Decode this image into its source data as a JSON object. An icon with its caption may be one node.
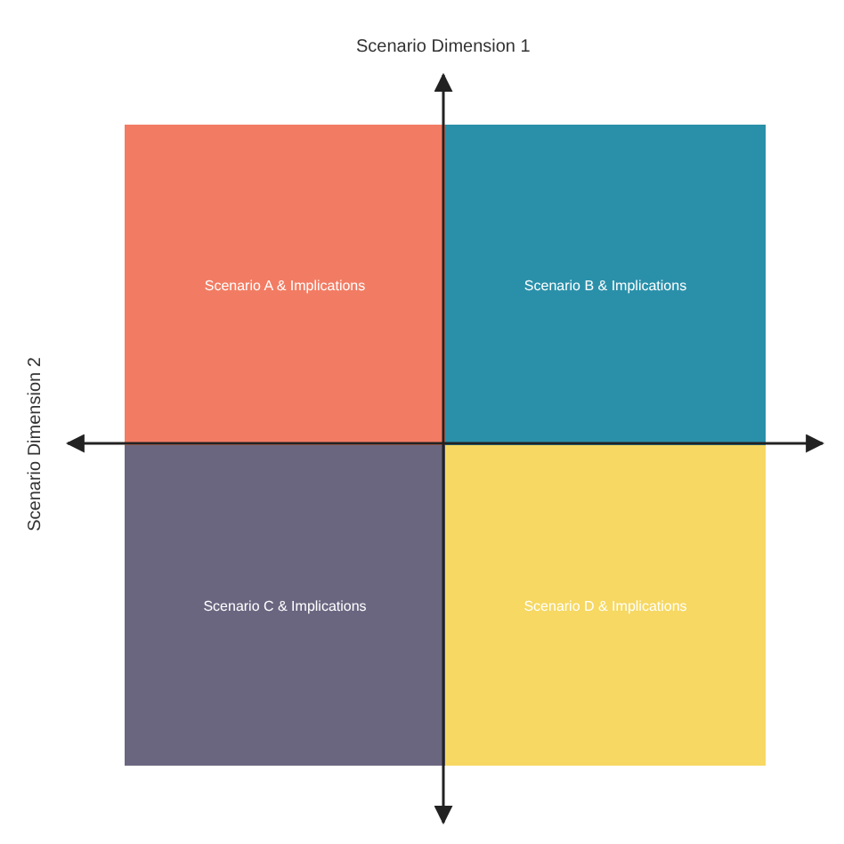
{
  "diagram": {
    "nodes": [
      {
        "text": [
          "Scenario A & Implications"
        ]
      },
      {
        "text": [
          "Scenario B & Implications"
        ]
      },
      {
        "text": [
          "Scenario C & Implications"
        ]
      },
      {
        "text": [
          "Scenario D & Implications"
        ]
      }
    ],
    "labels": [
      "Scenario Dimension 1",
      "Scenario Dimension 2"
    ]
  }
}
